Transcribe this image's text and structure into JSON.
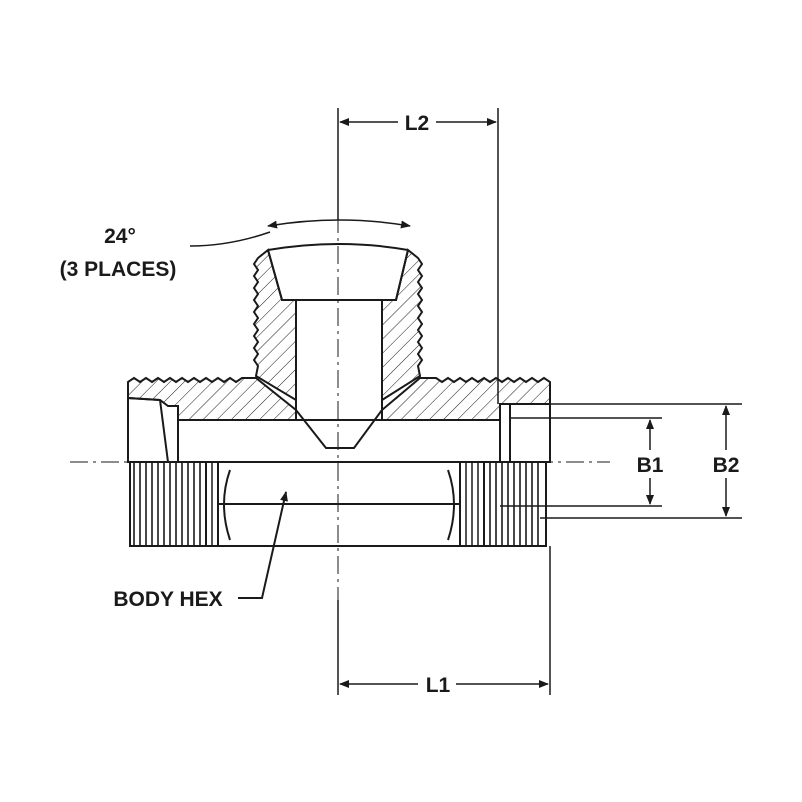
{
  "labels": {
    "l2": "L2",
    "angle": "24°",
    "places": "(3 PLACES)",
    "b1": "B1",
    "b2": "B2",
    "body_hex": "BODY HEX",
    "l1": "L1"
  },
  "colors": {
    "ink": "#1a1a1a",
    "background": "#ffffff"
  }
}
